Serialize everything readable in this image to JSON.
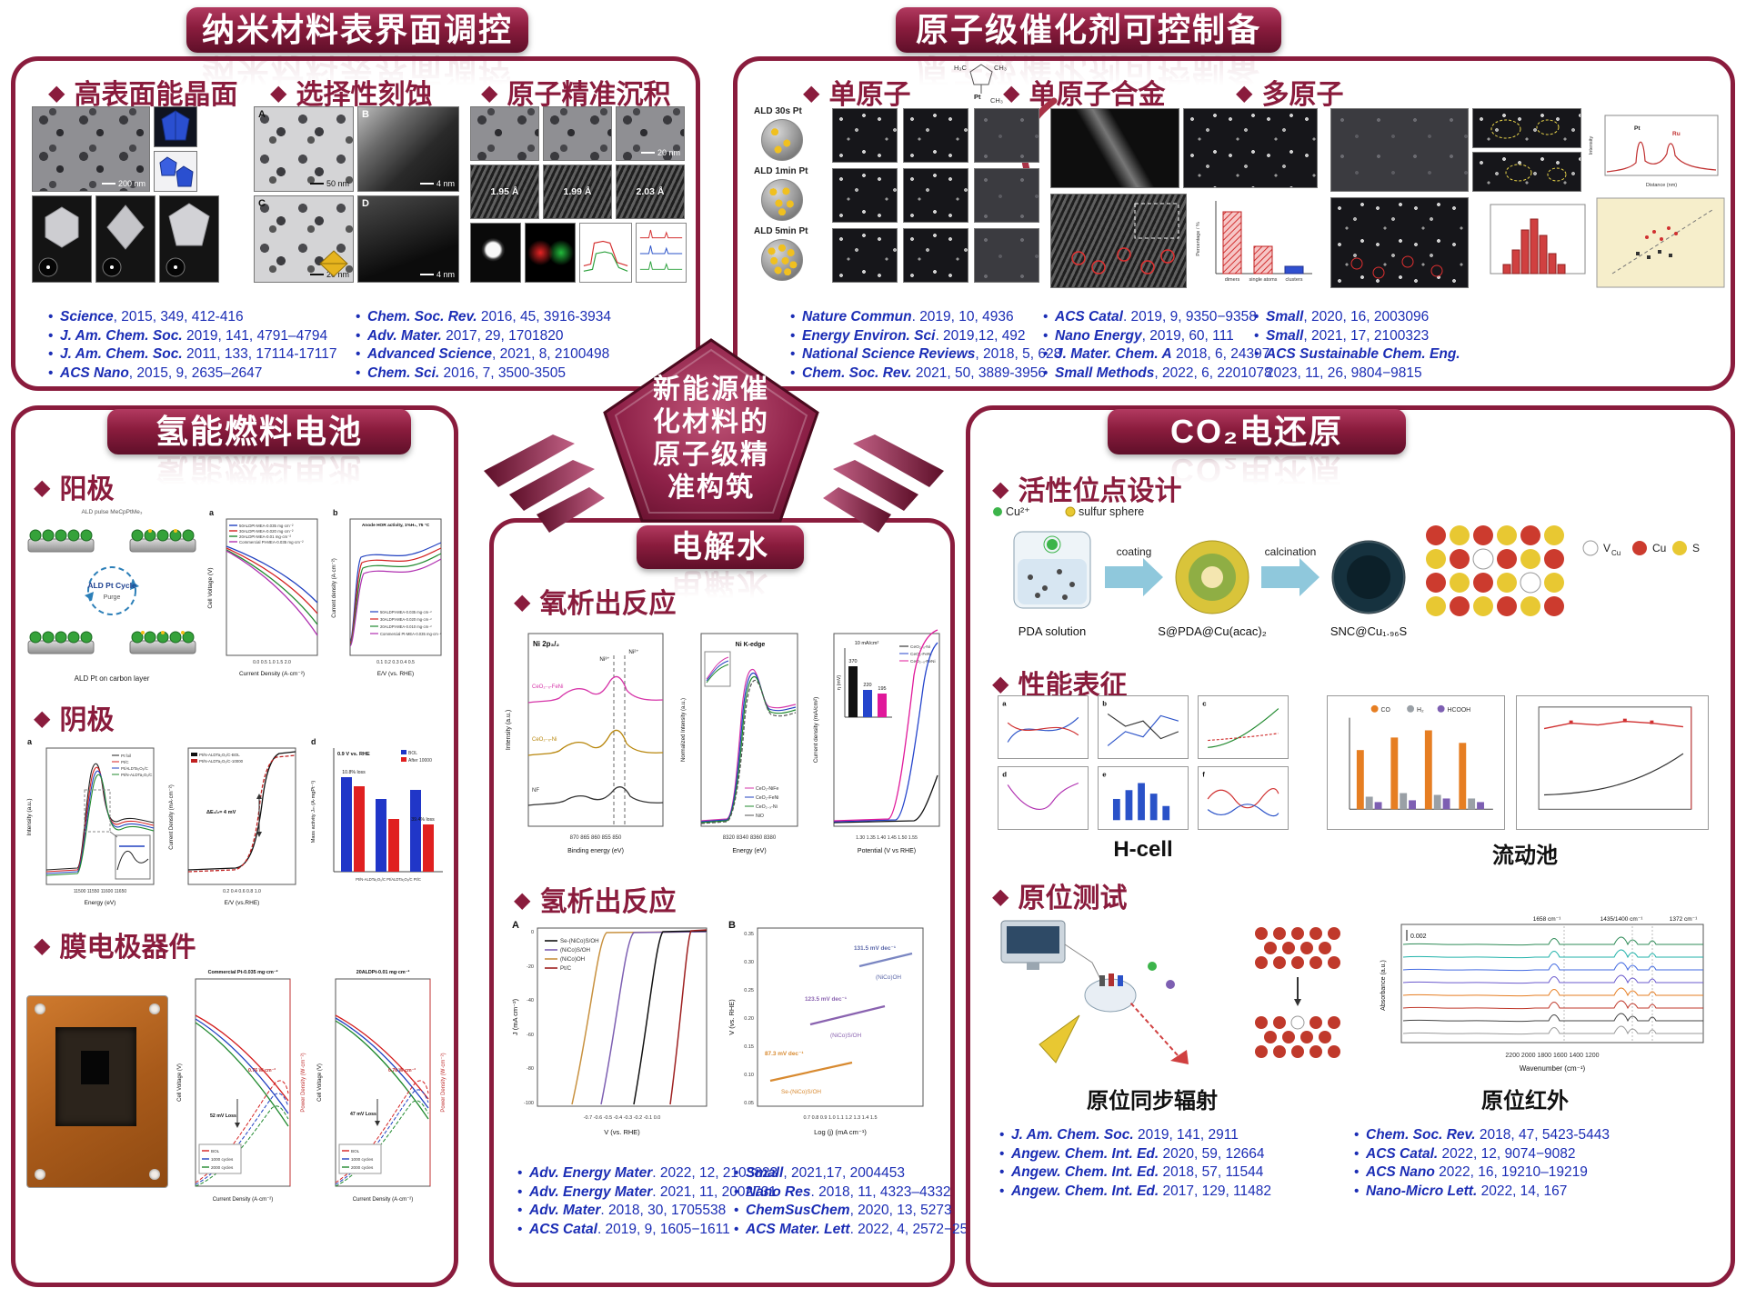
{
  "palette": {
    "maroon": "#8a1c3d",
    "blue": "#1b2db5"
  },
  "center": {
    "l1": "新能源催",
    "l2": "化材料的",
    "l3": "原子级精",
    "l4": "准构筑"
  },
  "nano": {
    "title": "纳米材料表界面调控",
    "sec1": "高表面能晶面",
    "sec2": "选择性刻蚀",
    "sec3": "原子精准沉积",
    "fig": {
      "scale200": "200 nm",
      "scale50": "50 nm",
      "scale4a": "4 nm",
      "scale20a": "20 nm",
      "scale4b": "4 nm",
      "scale20b": "20 nm",
      "lA": "A",
      "lB": "B",
      "lC": "C",
      "lD": "D",
      "d1": "1.95 Å",
      "d2": "1.99 Å",
      "d3": "2.03 Å"
    },
    "refs1": [
      {
        "j": "Science",
        "r": ", 2015, 349, 412-416"
      },
      {
        "j": "J. Am. Chem. Soc.",
        "r": " 2019, 141, 4791–4794"
      },
      {
        "j": "J. Am. Chem. Soc.",
        "r": " 2011, 133, 17114-17117"
      },
      {
        "j": "ACS Nano",
        "r": ", 2015, 9, 2635–2647"
      }
    ],
    "refs2": [
      {
        "j": "Chem. Soc. Rev.",
        "r": " 2016, 45, 3916-3934"
      },
      {
        "j": "Adv. Mater.",
        "r": " 2017, 29, 1701820"
      },
      {
        "j": "Advanced Science",
        "r": ", 2021, 8, 2100498"
      },
      {
        "j": "Chem. Sci.",
        "r": " 2016, 7, 3500-3505"
      }
    ]
  },
  "atomic": {
    "title": "原子级催化剂可控制备",
    "sec1": "单原子",
    "sec2": "单原子合金",
    "sec3": "多原子",
    "ald1": "ALD 30s Pt",
    "ald2": "ALD 1min Pt",
    "ald3": "ALD 5min Pt",
    "mol": {
      "m1": "H₃C",
      "m2": "CH₃",
      "m3": "CH₃",
      "pt": "Pt"
    },
    "bars": {
      "ylabel": "Percentage / %",
      "c1": "dimers",
      "c2": "single atoms",
      "c3": "clusters"
    },
    "profile": {
      "pt": "Pt",
      "ru": "Ru",
      "xlabel": "Distance (nm)",
      "ylabel": "Intensity"
    },
    "refs1": [
      {
        "j": "Nature Commun",
        "r": ". 2019, 10, 4936"
      },
      {
        "j": "Energy Environ. Sci",
        "r": ". 2019,12, 492"
      },
      {
        "j": "National Science Reviews",
        "r": ", 2018, 5, 628"
      },
      {
        "j": "Chem. Soc. Rev.",
        "r": " 2021, 50, 3889-3956"
      }
    ],
    "refs2": [
      {
        "j": "ACS Catal",
        "r": ". 2019, 9, 9350−9358"
      },
      {
        "j": "Nano Energy",
        "r": ", 2019, 60, 111"
      },
      {
        "j": "J. Mater. Chem. A",
        "r": " 2018, 6, 24397"
      },
      {
        "j": "Small Methods",
        "r": ", 2022, 6, 2201078"
      }
    ],
    "refs3": [
      {
        "j": "Small",
        "r": ", 2020, 16, 2003096"
      },
      {
        "j": "Small",
        "r": ", 2021, 17, 2100323"
      },
      {
        "j": "ACS Sustainable Chem. Eng.",
        "r": " 2023, 11, 26, 9804−9815"
      }
    ]
  },
  "fuelcell": {
    "title": "氢能燃料电池",
    "sec1": "阳极",
    "sec2": "阴极",
    "sec3": "膜电极器件",
    "diagram": {
      "cycle": "ALD Pt Cycle",
      "purge": "Purge",
      "pulse": "ALD pulse MeCpPtMe₃",
      "bottom": "ALD Pt on carbon layer"
    },
    "anode_a": {
      "letter": "a",
      "leg1": "50ALDPt-MEA-0.035 mg·cm⁻²",
      "leg2": "30ALDPt-MEA-0.020 mg·cm⁻²",
      "leg3": "20ALDPt-MEA-0.01 mg·cm⁻²",
      "leg4": "Commercial Pt-MEA-0.035 mg·cm⁻²",
      "ylabel": "Cell Voltage (V)",
      "xlabel": "Current Density (A·cm⁻²)",
      "xticks": "0.0 0.5 1.0 1.5 2.0"
    },
    "anode_b": {
      "letter": "b",
      "title": "Anode HOR activity, 1%H₂, 75 °C",
      "leg1": "50ALDPt-MEA-0.035 mg·cm⁻²",
      "leg2": "30ALDPt-MEA-0.020 mg·cm⁻²",
      "leg3": "20ALDPt-MEA-0.010 mg·cm⁻²",
      "leg4": "Commercial Pt-MEA-0.035 mg·cm⁻²",
      "ylabel": "Current density (A·cm⁻²)",
      "xlabel": "E/V (vs. RHE)",
      "xticks": "0.1 0.2 0.3 0.4 0.5"
    },
    "cath_a": {
      "letter": "a",
      "leg1": "Pt foil",
      "leg2": "Pt/C",
      "leg3": "Pt/ALDTa₂O₅/C",
      "leg4": "Pt/N-ALDTa₂O₅/C",
      "ylabel": "Intensity (a.u.)",
      "xlabel": "Energy (eV)",
      "xticks": "11500 11550 11600 11650"
    },
    "cath_pol": {
      "leg1": "Pt/N-ALDTa₂O₅/C-BOL",
      "leg2": "Pt/N-ALDTa₂O₅/C-10000",
      "annot": "ΔE₁/₂= 4 mV",
      "ylabel": "Current Density (mA·cm⁻²)",
      "xlabel": "E/V (vs.RHE)",
      "xticks": "0.2 0.4 0.6 0.8 1.0"
    },
    "cath_bar": {
      "letter": "d",
      "title": "0.9 V vs. RHE",
      "leg1": "BOL",
      "leg2": "After 10000",
      "loss1": "10.8% loss",
      "loss2": "39.4% loss",
      "ylabel": "Mass activity Jₘ (A·mgPt⁻¹)",
      "cats": "Pt/N-ALDTa₂O₅/C   Pt/ALDTa₂O₅/C   Pt/C"
    },
    "mea1": {
      "title": "Commercial Pt-0.035 mg·cm⁻²",
      "leg1": "BOL",
      "leg2": "1000 cycles",
      "leg3": "2000 cycles",
      "power": "0.76 W·cm⁻²",
      "loss": "52 mV Loss",
      "ylabel": "Cell Voltage (V)",
      "y2label": "Power Density (W·cm⁻²)",
      "xlabel": "Current Density (A·cm⁻²)"
    },
    "mea2": {
      "title": "20ALDPt-0.01 mg·cm⁻²",
      "leg1": "BOL",
      "leg2": "1000 cycles",
      "leg3": "2000 cycles",
      "power": "0.76 W·cm⁻²",
      "loss": "47 mV Loss",
      "ylabel": "Cell Voltage (V)",
      "y2label": "Power Density (W·cm⁻²)",
      "xlabel": "Current Density (A·cm⁻²)"
    }
  },
  "electrolysis": {
    "title": "电解水",
    "sec1": "氧析出反应",
    "sec2": "氢析出反应",
    "xps": {
      "title": "Ni 2p₃/₂",
      "p1": "Ni³⁺",
      "p2": "Ni²⁺",
      "c1": "CeO₂₋ₓ-FeNi",
      "c2": "CeO₂₋ₓ-Ni",
      "c3": "NF",
      "ylabel": "Intensity (a.u.)",
      "xlabel": "Binding energy (eV)",
      "xticks": "870 865 860 855 850"
    },
    "xanes": {
      "title": "Ni K-edge",
      "leg1": "CeO₂-NiFe",
      "leg2": "CeO₂-FeNi",
      "leg3": "CeO₂₋ₓ-Ni",
      "leg4": "NiO",
      "ylabel": "Normalized Intensity (a.u.)",
      "xlabel": "Energy (eV)",
      "xticks": "8320 8340 8360 8380"
    },
    "lsv": {
      "leg1": "CeO₂₋ₓ-Ni",
      "leg2": "CeO₂-FeNi",
      "leg3": "CeO₂₋ₓ-FeNi",
      "eta": "η (mV)",
      "annot": "10 mA/cm²",
      "v1": "370",
      "v2": "220",
      "v3": "195",
      "ylabel": "Current density (mA/cm²)",
      "xlabel": "Potential (V vs RHE)",
      "xticks": "1.30 1.35 1.40 1.45 1.50 1.55"
    },
    "herA": {
      "letter": "A",
      "leg1": "Se-(NiCo)S/OH",
      "leg2": "(NiCo)S/OH",
      "leg3": "(NiCo)OH",
      "leg4": "Pt/C",
      "ylabel": "J (mA cm⁻²)",
      "xlabel": "V (vs. RHE)",
      "xticks": "-0.7 -0.6 -0.5 -0.4 -0.3 -0.2 -0.1 0.0",
      "yt": [
        "0",
        "-20",
        "-40",
        "-60",
        "-80",
        "-100"
      ]
    },
    "herB": {
      "letter": "B",
      "s1": "131.5 mV dec⁻¹",
      "n1": "(NiCo)OH",
      "s2": "123.5 mV dec⁻¹",
      "n2": "(NiCo)S/OH",
      "s3": "87.3 mV dec⁻¹",
      "n3": "Se-(NiCo)S/OH",
      "ylabel": "V (vs. RHE)",
      "xlabel": "Log (j) (mA cm⁻¹)",
      "xticks": "0.7 0.8 0.9 1.0 1.1 1.2 1.3 1.4 1.5",
      "yt": [
        "0.35",
        "0.30",
        "0.25",
        "0.20",
        "0.15",
        "0.10",
        "0.05"
      ]
    },
    "refs1": [
      {
        "j": "Adv. Energy Mater",
        "r": ". 2022, 12, 2103823"
      },
      {
        "j": "Adv. Energy Mater",
        "r": ". 2021, 11, 2002731"
      },
      {
        "j": "Adv. Mater",
        "r": ". 2018, 30, 1705538"
      },
      {
        "j": "ACS Catal",
        "r": ". 2019, 9, 1605−1611"
      }
    ],
    "refs2": [
      {
        "j": "Small",
        "r": ", 2021,17, 2004453"
      },
      {
        "j": "Nano Res",
        "r": ". 2018, 11, 4323–4332"
      },
      {
        "j": "ChemSusChem",
        "r": ", 2020, 13, 5273"
      },
      {
        "j": "ACS Mater. Lett",
        "r": ". 2022, 4, 2572−2578"
      }
    ]
  },
  "co2": {
    "title": "CO₂电还原",
    "sec1": "活性位点设计",
    "sec2": "性能表征",
    "sec3": "原位测试",
    "flow": {
      "cu": "Cu²⁺",
      "sulfur": "sulfur sphere",
      "a1": "coating",
      "a2": "calcination",
      "s1": "PDA solution",
      "s2": "S@PDA@Cu(acac)₂",
      "s3": "SNC@Cu₁.₉₆S",
      "lg1": "V",
      "lg1s": "Cu",
      "lg2": "Cu",
      "lg3": "S"
    },
    "perf": {
      "letters": [
        "a",
        "b",
        "c",
        "d",
        "e",
        "f"
      ],
      "g1": "CO",
      "g2": "H₂",
      "g3": "HCOOH",
      "hcell": "H-cell",
      "flowcell": "流动池"
    },
    "insitu": {
      "sync": "原位同步辐射",
      "ir": "原位红外",
      "scale": "0.002",
      "pk1": "1658 cm⁻¹",
      "pk2": "1435/1400 cm⁻¹",
      "pk3": "1372 cm⁻¹",
      "wn": "Wavenumber (cm⁻¹)",
      "abs": "Absorbance (a.u.)",
      "xticks": "2200 2000 1800 1600 1400 1200"
    },
    "refs1": [
      {
        "j": "J. Am. Chem. Soc.",
        "r": " 2019, 141, 2911"
      },
      {
        "j": "Angew. Chem. Int. Ed.",
        "r": " 2020, 59, 12664"
      },
      {
        "j": "Angew. Chem. Int. Ed.",
        "r": " 2018, 57, 11544"
      },
      {
        "j": "Angew. Chem. Int. Ed.",
        "r": " 2017, 129, 11482"
      }
    ],
    "refs2": [
      {
        "j": "Chem. Soc. Rev.",
        "r": " 2018, 47, 5423-5443"
      },
      {
        "j": "ACS Catal.",
        "r": " 2022, 12, 9074−9082"
      },
      {
        "j": "ACS Nano",
        "r": " 2022, 16, 19210–19219"
      },
      {
        "j": "Nano-Micro Lett.",
        "r": " 2022, 14, 167"
      }
    ]
  }
}
